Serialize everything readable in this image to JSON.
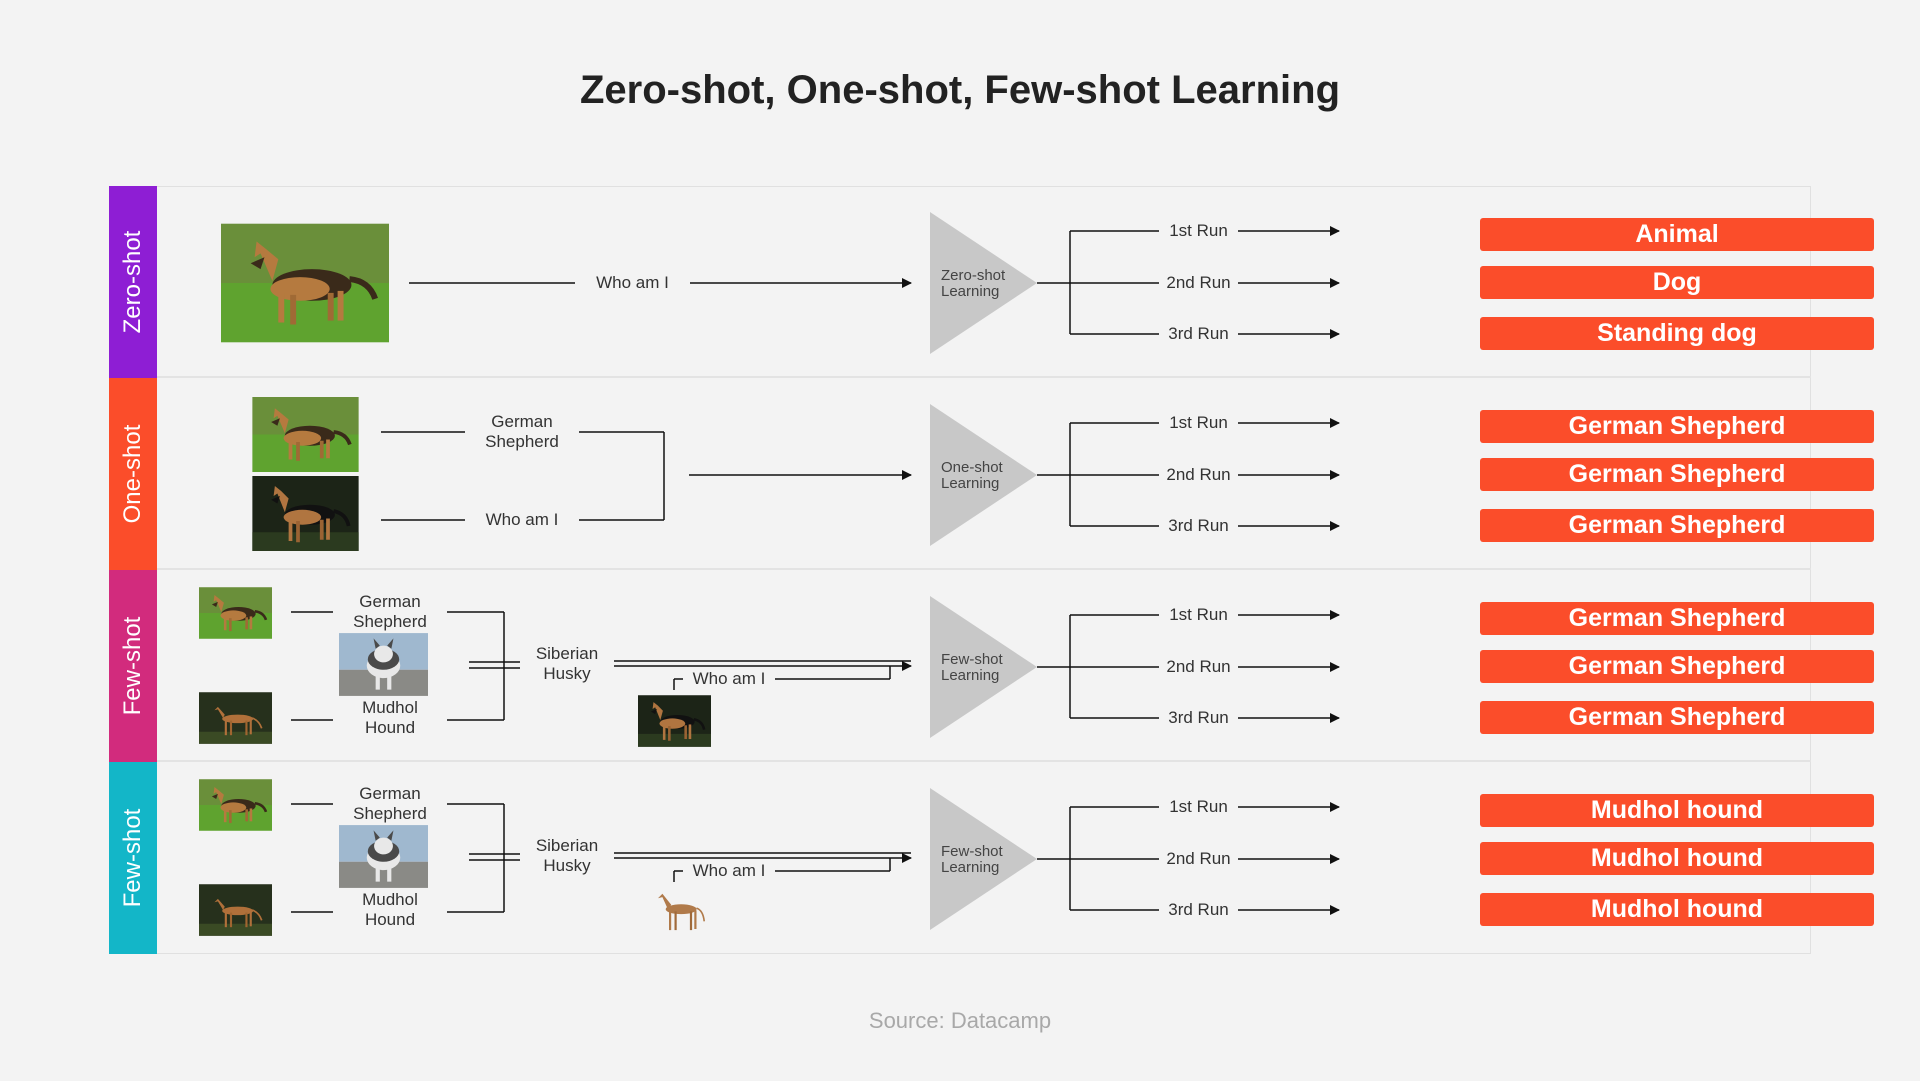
{
  "title": "Zero-shot, One-shot, Few-shot Learning",
  "source": "Source: Datacamp",
  "colors": {
    "zero_shot_band": "#8e1ed4",
    "one_shot_band": "#fb4d2a",
    "few_shot_band_1": "#d22b7d",
    "few_shot_band_2": "#13b6c8",
    "result_box": "#fb4d2a",
    "triangle": "#c8c8c8"
  },
  "rows": [
    {
      "band_label": "Zero-shot",
      "query_label": "Who am I",
      "model_label": [
        "Zero-shot",
        "Learning"
      ],
      "runs": [
        "1st Run",
        "2nd Run",
        "3rd Run"
      ],
      "results": [
        "Animal",
        "Dog",
        "Standing dog"
      ]
    },
    {
      "band_label": "One-shot",
      "support_label": [
        "German",
        "Shepherd"
      ],
      "query_label": "Who am I",
      "model_label": [
        "One-shot",
        "Learning"
      ],
      "runs": [
        "1st Run",
        "2nd Run",
        "3rd Run"
      ],
      "results": [
        "German Shepherd",
        "German Shepherd",
        "German Shepherd"
      ]
    },
    {
      "band_label": "Few-shot",
      "support_labels": [
        [
          "German",
          "Shepherd"
        ],
        [
          "Siberian",
          "Husky"
        ],
        [
          "Mudhol",
          "Hound"
        ]
      ],
      "query_label": "Who am I",
      "model_label": [
        "Few-shot",
        "Learning"
      ],
      "runs": [
        "1st Run",
        "2nd Run",
        "3rd Run"
      ],
      "results": [
        "German Shepherd",
        "German Shepherd",
        "German Shepherd"
      ]
    },
    {
      "band_label": "Few-shot",
      "support_labels": [
        [
          "German",
          "Shepherd"
        ],
        [
          "Siberian",
          "Husky"
        ],
        [
          "Mudhol",
          "Hound"
        ]
      ],
      "query_label": "Who am I",
      "model_label": [
        "Few-shot",
        "Learning"
      ],
      "runs": [
        "1st Run",
        "2nd Run",
        "3rd Run"
      ],
      "results": [
        "Mudhol hound",
        "Mudhol hound",
        "Mudhol hound"
      ]
    }
  ]
}
